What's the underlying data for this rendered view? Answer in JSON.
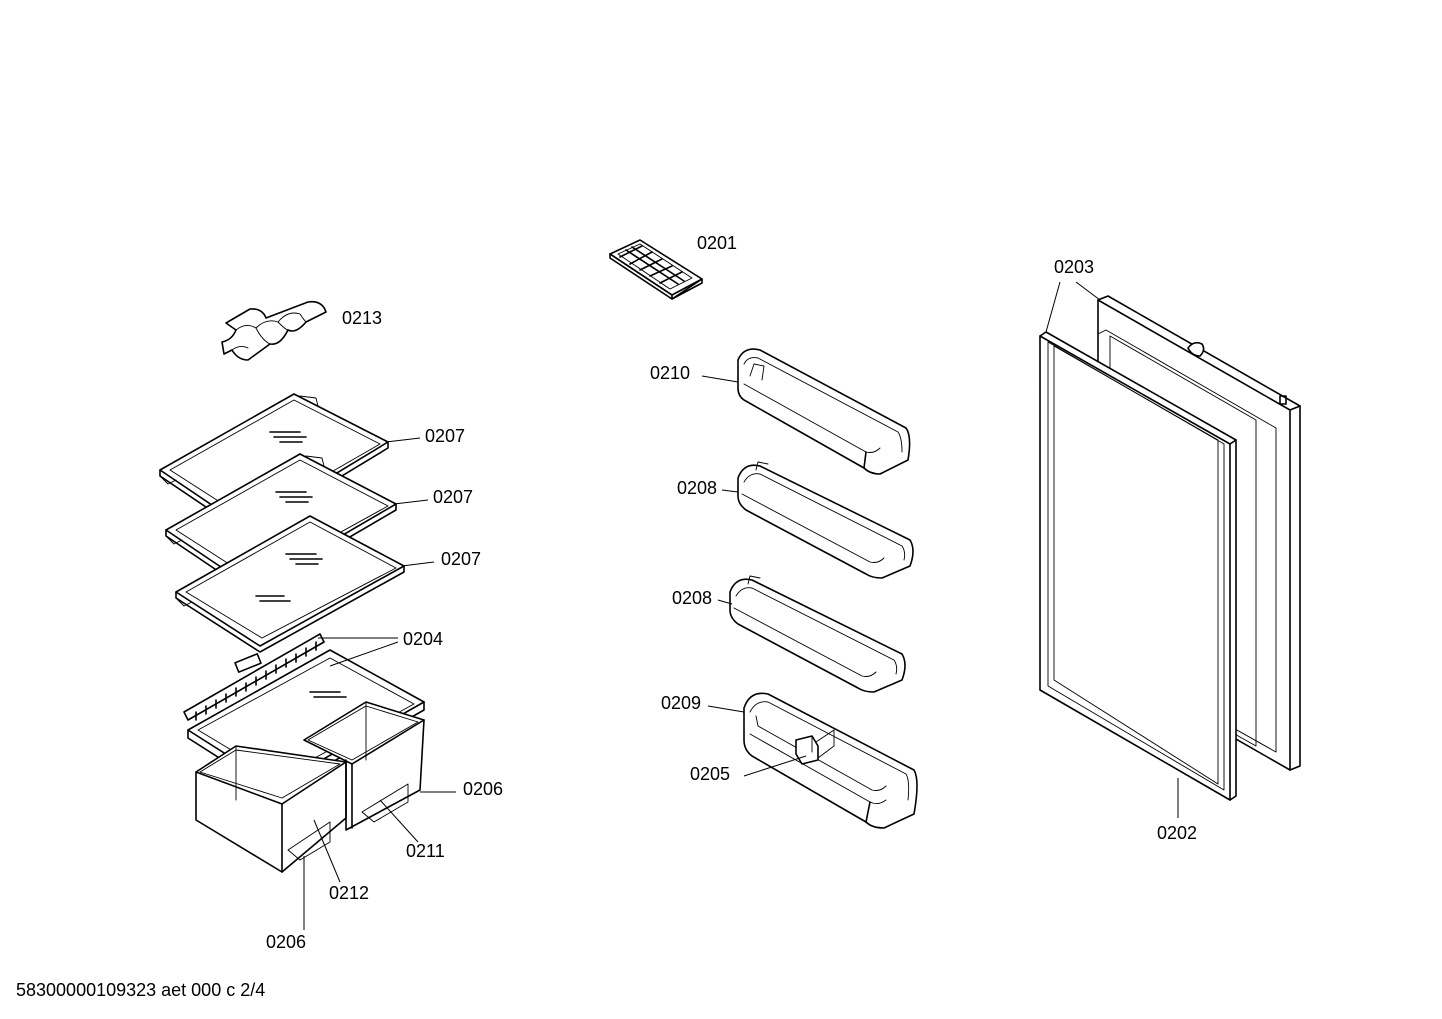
{
  "callouts": {
    "c0201": "0201",
    "c0213": "0213",
    "c0203": "0203",
    "c0210": "0210",
    "c0207a": "0207",
    "c0207b": "0207",
    "c0207c": "0207",
    "c0208a": "0208",
    "c0208b": "0208",
    "c0204": "0204",
    "c0209": "0209",
    "c0205": "0205",
    "c0206a": "0206",
    "c0206b": "0206",
    "c0211": "0211",
    "c0212": "0212",
    "c0202": "0202"
  },
  "footer": {
    "code": "58300000109323 aet 000 c 2/4"
  }
}
